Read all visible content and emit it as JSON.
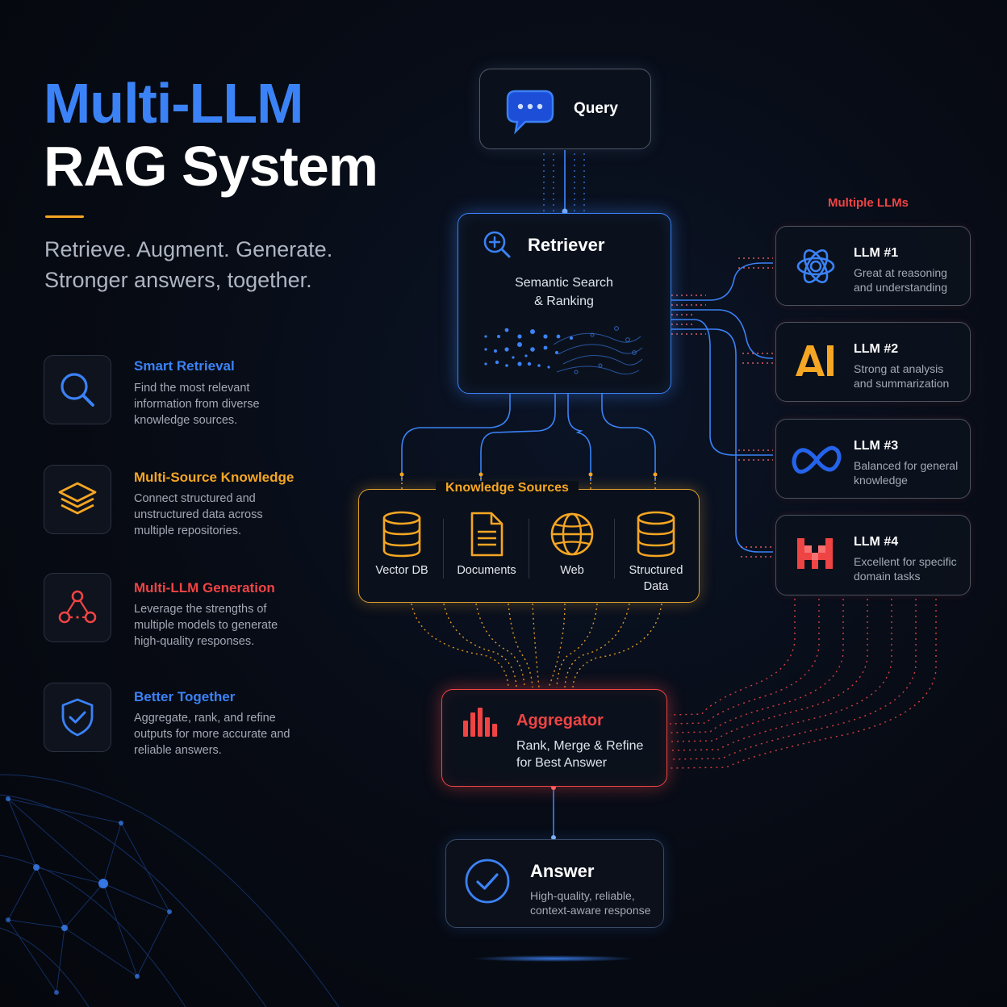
{
  "title": {
    "line1": "Multi-LLM",
    "line2": "RAG System"
  },
  "tagline": {
    "line1": "Retrieve. Augment. Generate.",
    "line2": "Stronger answers, together."
  },
  "features": [
    {
      "title": "Smart Retrieval",
      "desc": "Find the most relevant information from diverse knowledge sources.",
      "color": "#3b82f6",
      "icon": "magnifier-icon"
    },
    {
      "title": "Multi-Source Knowledge",
      "desc": "Connect structured and unstructured data across multiple repositories.",
      "color": "#f5a623",
      "icon": "layers-icon"
    },
    {
      "title": "Multi-LLM Generation",
      "desc": "Leverage the strengths of multiple models to generate high-quality responses.",
      "color": "#ef4444",
      "icon": "network-nodes-icon"
    },
    {
      "title": "Better Together",
      "desc": "Aggregate, rank, and refine outputs for more accurate and reliable answers.",
      "color": "#3b82f6",
      "icon": "shield-check-icon"
    }
  ],
  "query": {
    "label": "Query",
    "icon": "chat-bubble-icon"
  },
  "retriever": {
    "title": "Retriever",
    "sub1": "Semantic Search",
    "sub2": "& Ranking",
    "icon": "search-plus-icon"
  },
  "knowledge": {
    "title": "Knowledge Sources",
    "items": [
      {
        "line1": "Vector DB",
        "line2": "",
        "icon": "database-icon"
      },
      {
        "line1": "Documents",
        "line2": "",
        "icon": "document-icon"
      },
      {
        "line1": "Web",
        "line2": "",
        "icon": "globe-icon"
      },
      {
        "line1": "Structured",
        "line2": "Data",
        "icon": "database-icon"
      }
    ]
  },
  "llms": {
    "heading": "Multiple LLMs",
    "items": [
      {
        "name": "LLM #1",
        "desc1": "Great at reasoning",
        "desc2": "and understanding",
        "icon": "openai-knot-icon"
      },
      {
        "name": "LLM #2",
        "desc1": "Strong at analysis",
        "desc2": "and summarization",
        "icon": "anthropic-ai-icon"
      },
      {
        "name": "LLM #3",
        "desc1": "Balanced for general",
        "desc2": "knowledge",
        "icon": "meta-infinity-icon"
      },
      {
        "name": "LLM #4",
        "desc1": "Excellent for specific",
        "desc2": "domain tasks",
        "icon": "mistral-m-icon"
      }
    ]
  },
  "aggregator": {
    "title": "Aggregator",
    "sub1": "Rank, Merge & Refine",
    "sub2": "for Best Answer",
    "icon": "bar-chart-icon"
  },
  "answer": {
    "title": "Answer",
    "sub1": "High-quality, reliable,",
    "sub2": "context-aware response",
    "icon": "check-circle-icon"
  },
  "colors": {
    "blue": "#3b82f6",
    "gold": "#f5a623",
    "red": "#ef4444",
    "background": "#070b14"
  }
}
